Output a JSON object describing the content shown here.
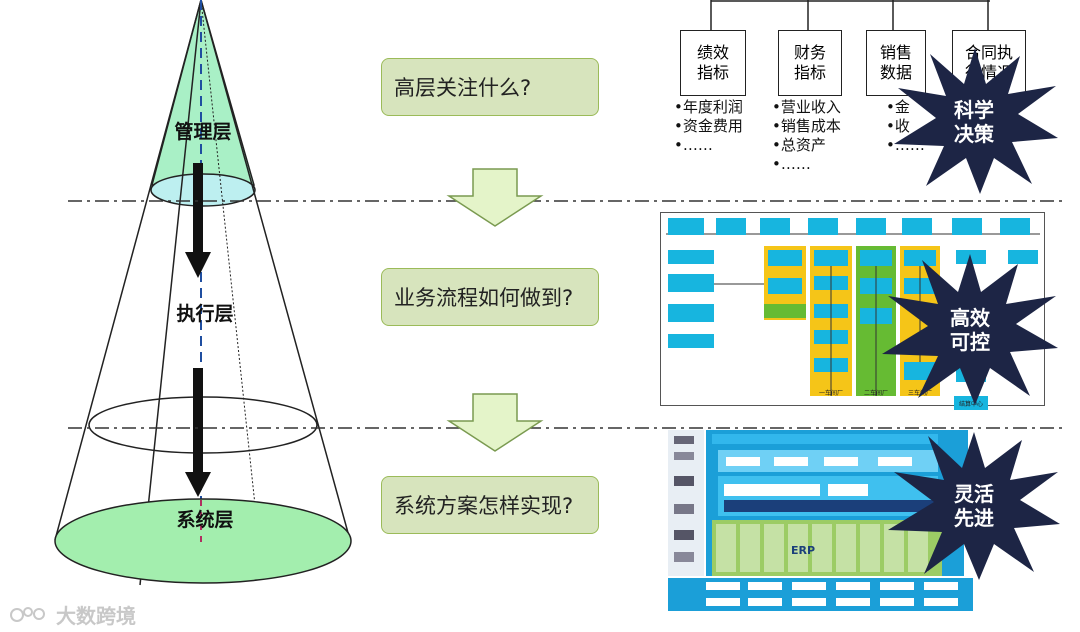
{
  "cone": {
    "layers": [
      "管理层",
      "执行层",
      "系统层"
    ]
  },
  "questions": [
    "高层关注什么?",
    "业务流程如何做到?",
    "系统方案怎样实现?"
  ],
  "metrics": [
    {
      "title": "绩效\n指标",
      "items": [
        "•年度利润",
        "•资金费用",
        "•……"
      ]
    },
    {
      "title": "财务\n指标",
      "items": [
        "•营业收入",
        "•销售成本",
        "•总资产",
        "•……"
      ]
    },
    {
      "title": "销售\n数据",
      "items": [
        "•金",
        "•收",
        "•……"
      ]
    },
    {
      "title": "合同执\n行情况",
      "items": []
    }
  ],
  "bursts": [
    "科学\n决策",
    "高效\n可控",
    "灵活\n先进"
  ],
  "flow_chart": {
    "factory_labels": [
      "一车间厂",
      "二车间厂",
      "三车间厂"
    ],
    "end_label": "结算中心"
  },
  "system_chart": {
    "center_label": "ERP"
  },
  "watermark": "大数跨境",
  "colors": {
    "cone_top": "#a9f0c6",
    "cone_bottom": "#a3eeae",
    "question_bg": "#d7e4bd",
    "arrow_fill": "#e4f4c9",
    "burst": "#1d2545"
  }
}
